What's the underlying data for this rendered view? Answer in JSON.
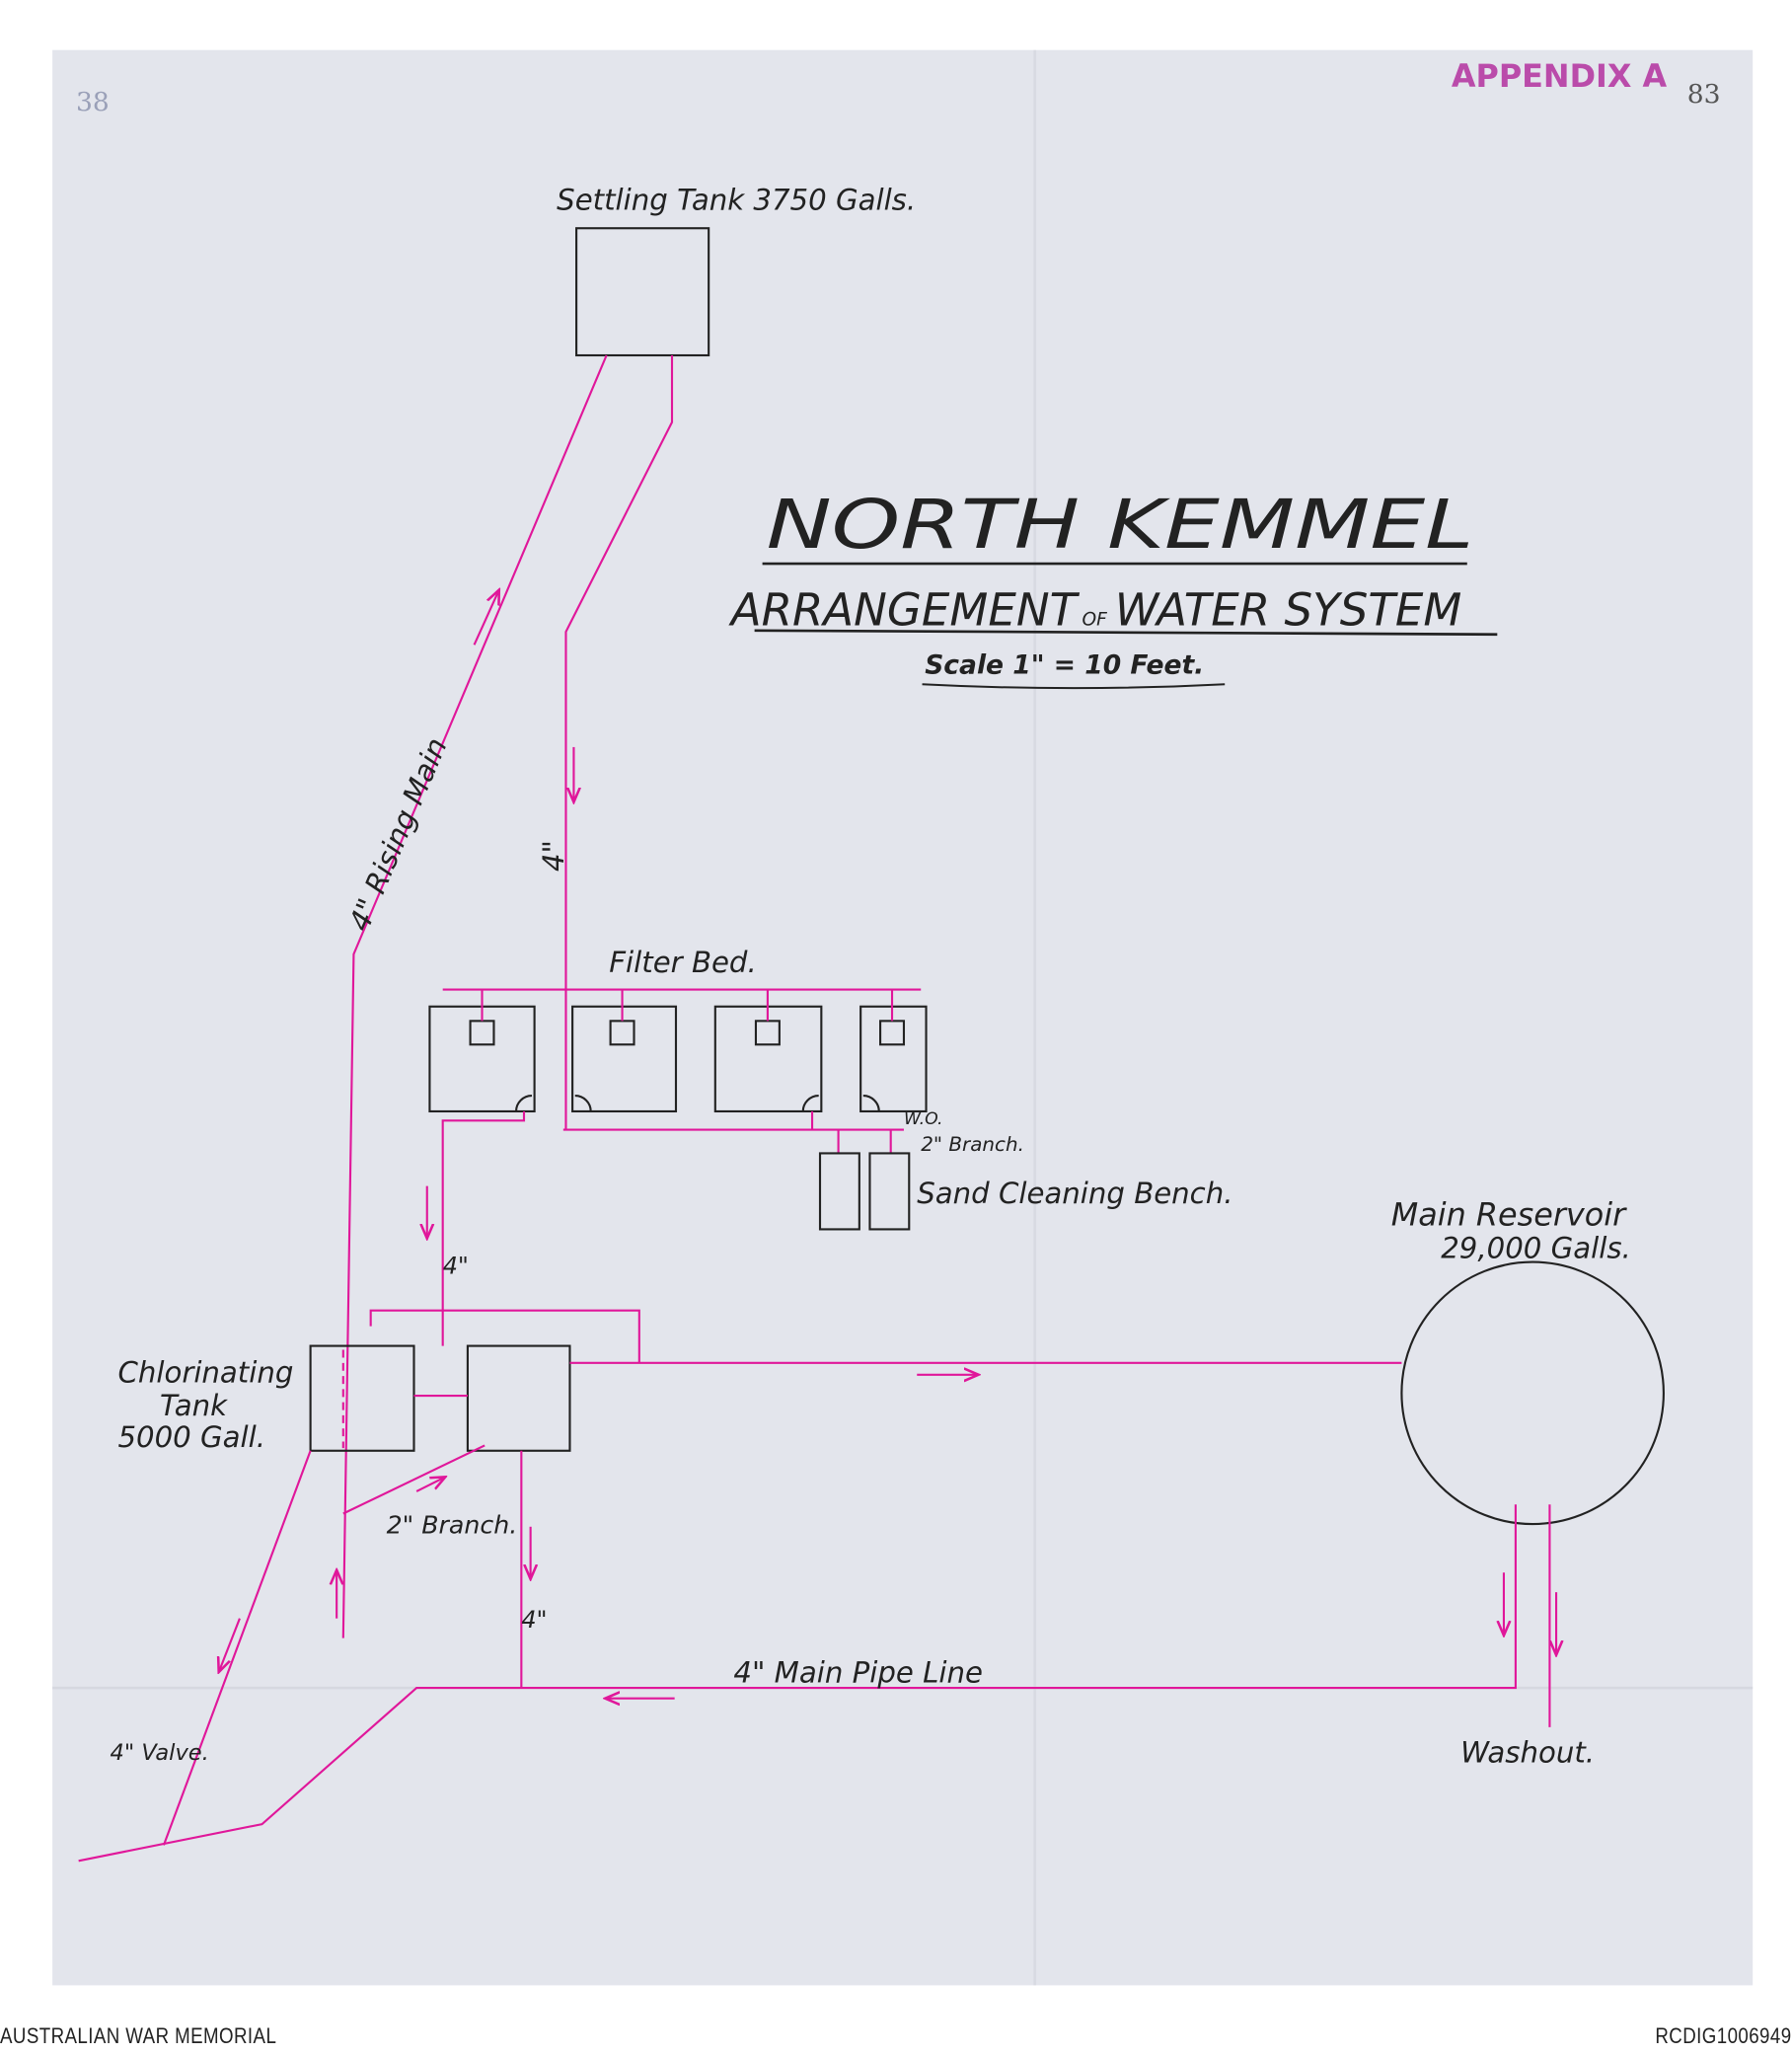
{
  "header": {
    "page_number_left": "38",
    "page_number_right": "83",
    "stamp": "APPENDIX A"
  },
  "title": {
    "main": "NORTH KEMMEL",
    "subtitle_part1": "ARRANGEMENT",
    "subtitle_of": "OF",
    "subtitle_part2": "WATER SYSTEM",
    "scale": "Scale 1\" = 10 Feet."
  },
  "labels": {
    "settling_tank": "Settling Tank 3750 Galls.",
    "rising_main": "4\" Rising Main",
    "pipe_4_top": "4\"",
    "filter_bed": "Filter Bed.",
    "wo": "W.O.",
    "branch_2_top": "2\" Branch.",
    "sand_bench": "Sand Cleaning Bench.",
    "reservoir_line1": "Main Reservoir",
    "reservoir_line2": "29,000 Galls.",
    "pipe_4_mid": "4\"",
    "chlor_line1": "Chlorinating",
    "chlor_line2": "Tank",
    "chlor_line3": "5000 Gall.",
    "branch_2_bottom": "2\" Branch.",
    "pipe_4_low": "4\"",
    "main_pipe": "4\" Main Pipe Line",
    "washout": "Washout.",
    "valve": "4\" Valve."
  },
  "colors": {
    "ink": "#222222",
    "pipe": "#e0179a",
    "paper": "#e3e5ec",
    "stamp": "#b0259a"
  },
  "footer": {
    "left": "AUSTRALIAN WAR MEMORIAL",
    "right": "RCDIG1006949"
  }
}
